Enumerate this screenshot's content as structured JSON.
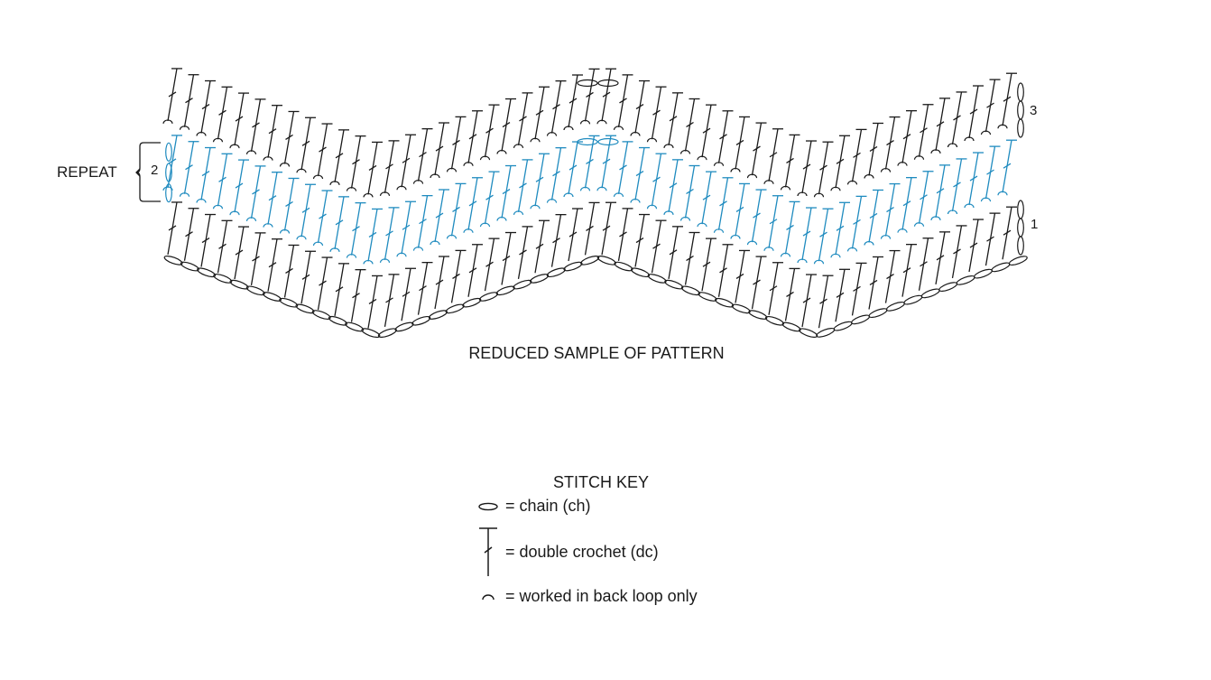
{
  "diagram": {
    "caption": "REDUCED SAMPLE OF PATTERN",
    "repeat_label": "REPEAT",
    "row_labels": {
      "row1": "1",
      "row2": "2",
      "row3": "3"
    },
    "colors": {
      "ink": "#1a1a1a",
      "repeat_row": "#1f8bbf",
      "background": "#ffffff"
    }
  },
  "key": {
    "title": "STITCH KEY",
    "items": [
      {
        "symbol": "chain-oval",
        "label": "= chain (ch)"
      },
      {
        "symbol": "double-crochet",
        "label": "= double crochet (dc)"
      },
      {
        "symbol": "back-loop-arc",
        "label": "= worked in back loop only"
      }
    ]
  }
}
